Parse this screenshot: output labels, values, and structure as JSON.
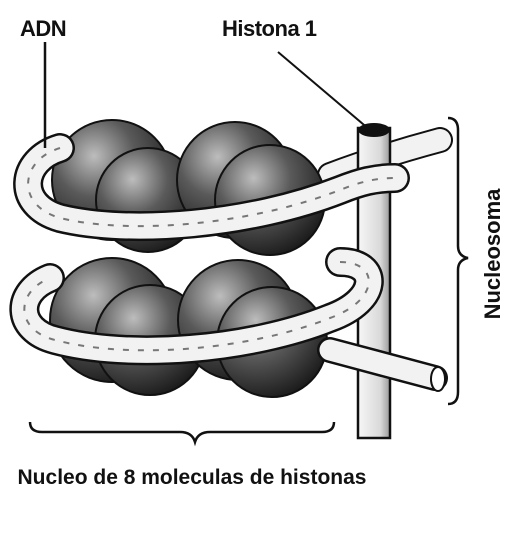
{
  "labels": {
    "dna": "ADN",
    "histone1": "Histona 1",
    "nucleosome": "Nucleosoma",
    "core": "Nucleo de 8 moleculas de histonas"
  },
  "colors": {
    "ink": "#111111",
    "sphere_dark": "#1a1a1a",
    "sphere_light": "#bdbdbd",
    "strand_fill": "#f2f2f2"
  },
  "icons": [
    "histone-sphere",
    "dna-strand",
    "histone-h1-rod",
    "bracket"
  ]
}
